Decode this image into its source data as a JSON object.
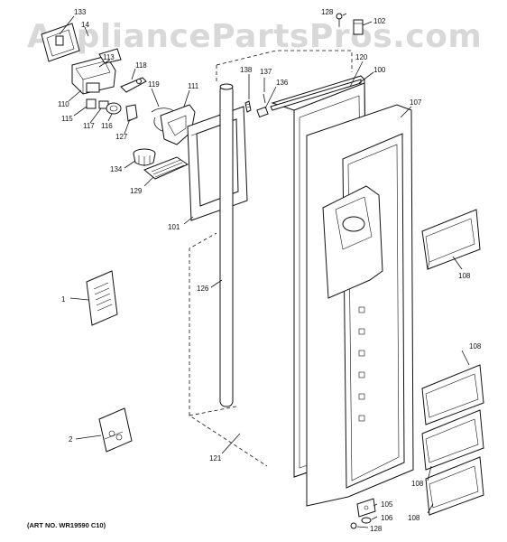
{
  "watermark": "AppliancePartsPros.com",
  "art_number": "(ART NO. WR19590 C10)",
  "callouts": {
    "c133": "133",
    "c14": "14",
    "c113": "113",
    "c118": "118",
    "c119": "119",
    "c110": "110",
    "c115": "115",
    "c117": "117",
    "c116": "116",
    "c111": "111",
    "c127": "127",
    "c134": "134",
    "c129": "129",
    "c101": "101",
    "c138": "138",
    "c137": "137",
    "c136": "136",
    "c128a": "128",
    "c102": "102",
    "c120": "120",
    "c100": "100",
    "c107": "107",
    "c108a": "108",
    "c108b": "108",
    "c108c": "108",
    "c108d": "108",
    "c126": "126",
    "c1": "1",
    "c2": "2",
    "c121": "121",
    "c105": "105",
    "c106": "106",
    "c128b": "128"
  }
}
